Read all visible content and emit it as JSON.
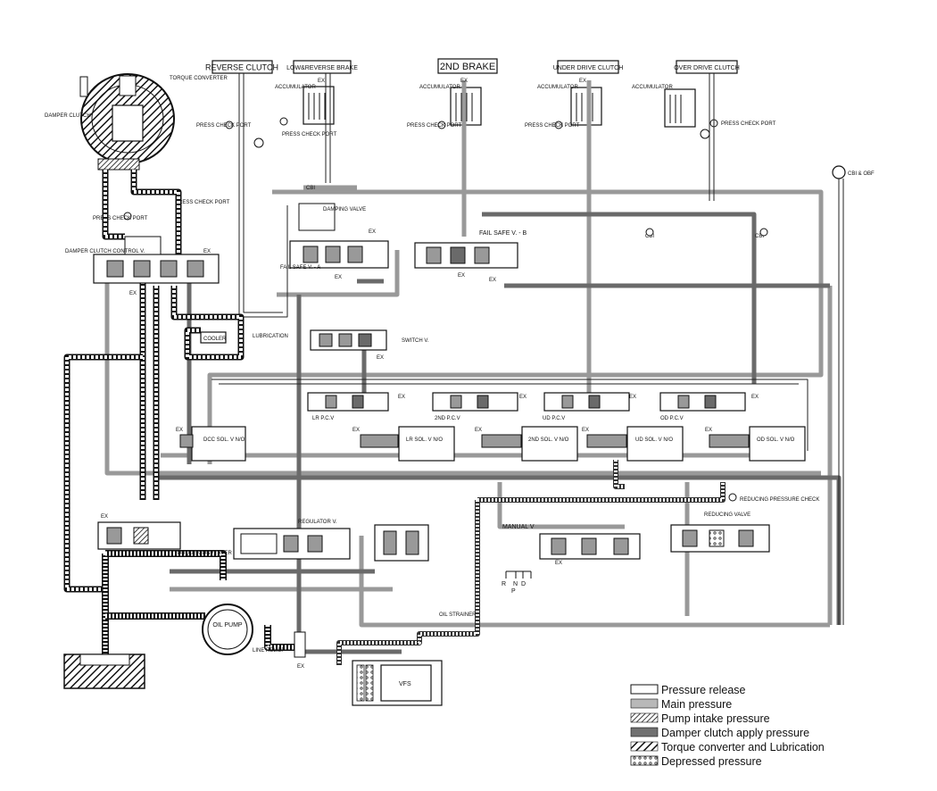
{
  "clutches": {
    "reverse_clutch": "REVERSE CLUTCH",
    "low_reverse_brake": "LOW&REVERSE BRAKE",
    "second_brake": "2ND BRAKE",
    "under_drive_clutch": "UNDER DRIVE CLUTCH",
    "over_drive_clutch": "OVER DRIVE CLUTCH"
  },
  "labels": {
    "torque_converter_top": "TORQUE CONVERTER",
    "damper_clutch": "DAMPER CLUTCH",
    "accumulator": "ACCUMULATOR",
    "ex": "EX",
    "press_check_port": "PRESS CHECK PORT",
    "damper_clutch_control_v": "DAMPER CLUTCH CONTROL V.",
    "fail_safe_a": "FAIL SAFE V. - A",
    "fail_safe_b": "FAIL SAFE V. - B",
    "damping_valve": "DAMPING VALVE",
    "switch_v": "SWITCH V.",
    "cooler": "COOLER",
    "lubrication": "LUBRICATION",
    "lr_pcv": "LR P.C.V",
    "second_pcv": "2ND P.C.V",
    "ud_pcv": "UD P.C.V",
    "od_pcv": "OD P.C.V",
    "dcc_sol": "DCC SOL. V N/O",
    "lr_sol": "LR SOL. V N/O",
    "second_sol": "2ND SOL. V N/O",
    "ud_sol": "UD SOL. V N/O",
    "od_sol": "OD SOL. V N/O",
    "regulator_v": "REGULATOR V.",
    "torque_converter_low": "TORQUE CONVERTER",
    "oil_pump": "OIL PUMP",
    "line_relief": "LINE RELIEF",
    "oil_strainer": "OIL STRAINER",
    "manual_v": "MANUAL V",
    "reducing_valve": "REDUCING VALVE",
    "reducing_check": "REDUCING PRESSURE CHECK",
    "vfs": "VFS",
    "gear_r": "R",
    "gear_n": "N",
    "gear_d": "D",
    "gear_p": "P",
    "cbi": "CBI",
    "cbi_obf": "CBI & OBF"
  },
  "legend": [
    {
      "label": "Pressure release",
      "pattern": "release"
    },
    {
      "label": "Main pressure",
      "pattern": "main"
    },
    {
      "label": "Pump intake pressure",
      "pattern": "intake"
    },
    {
      "label": "Damper clutch apply pressure",
      "pattern": "damper"
    },
    {
      "label": "Torque converter and Lubrication",
      "pattern": "torque"
    },
    {
      "label": "Depressed pressure",
      "pattern": "depressed"
    }
  ],
  "colors": {
    "main": "#b8b8b8",
    "damper": "#707070",
    "line": "#222222"
  }
}
